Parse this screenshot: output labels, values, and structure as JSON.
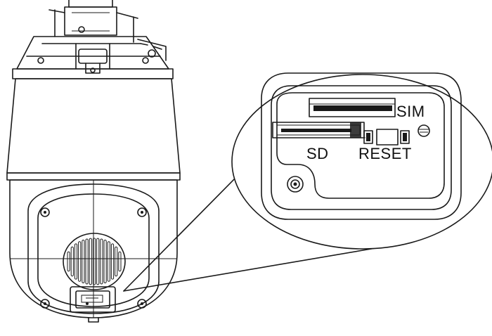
{
  "labels": {
    "sim": "SIM",
    "sd": "SD",
    "reset": "RESET"
  },
  "colors": {
    "line": "#1a1a1a",
    "background": "#ffffff"
  }
}
